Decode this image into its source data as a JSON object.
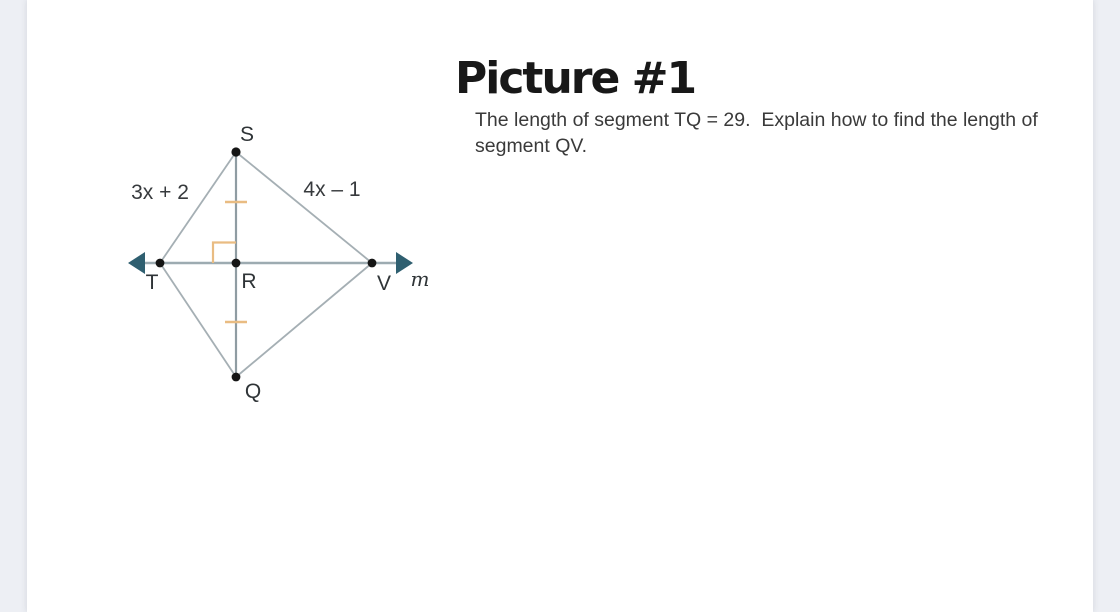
{
  "page": {
    "title": "Picture #1",
    "problem_text": "The length of segment TQ = 29.  Explain how to find the length of\nsegment QV."
  },
  "diagram": {
    "description": "Kite TSVQ with diagonals: horizontal line m through T, R, V and vertical segment SQ through R; SR and RQ marked congruent; right angle at R",
    "vertex_labels": {
      "S": "S",
      "T": "T",
      "R": "R",
      "V": "V",
      "Q": "Q"
    },
    "line_label": "m",
    "segment_ts_label": "3x + 2",
    "segment_sv_label": "4x – 1",
    "colors": {
      "edge": "#a5afb4",
      "main_line": "#9dabb1",
      "vertical_line": "#8f9ca2",
      "arrow": "#2f5f70",
      "tick": "#e9bc82",
      "right_angle": "#e9bc82",
      "dot": "#151515"
    }
  }
}
